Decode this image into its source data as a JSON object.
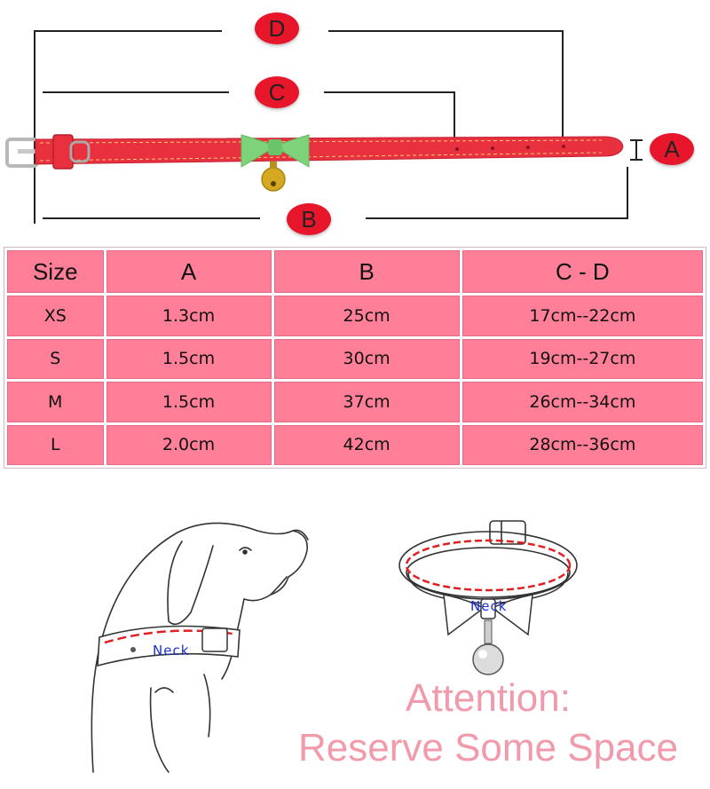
{
  "markers": {
    "a": "A",
    "b": "B",
    "c": "C",
    "d": "D"
  },
  "table": {
    "headers": [
      "Size",
      "A",
      "B",
      "C - D"
    ],
    "rows": [
      [
        "XS",
        "1.3cm",
        "25cm",
        "17cm--22cm"
      ],
      [
        "S",
        "1.5cm",
        "30cm",
        "19cm--27cm"
      ],
      [
        "M",
        "1.5cm",
        "37cm",
        "26cm--34cm"
      ],
      [
        "L",
        "2.0cm",
        "42cm",
        "28cm--36cm"
      ]
    ]
  },
  "neck_labels": {
    "dog": "Neck",
    "collar": "Neck"
  },
  "attention": {
    "line1": "Attention:",
    "line2": "Reserve Some Space"
  },
  "colors": {
    "marker_red": "#e8162a",
    "table_pink": "#ff7f98",
    "collar_red": "#e8303f",
    "bow_green": "#7ed37a",
    "attention_pink": "#f19aab",
    "neck_blue": "#1a2fd6"
  }
}
